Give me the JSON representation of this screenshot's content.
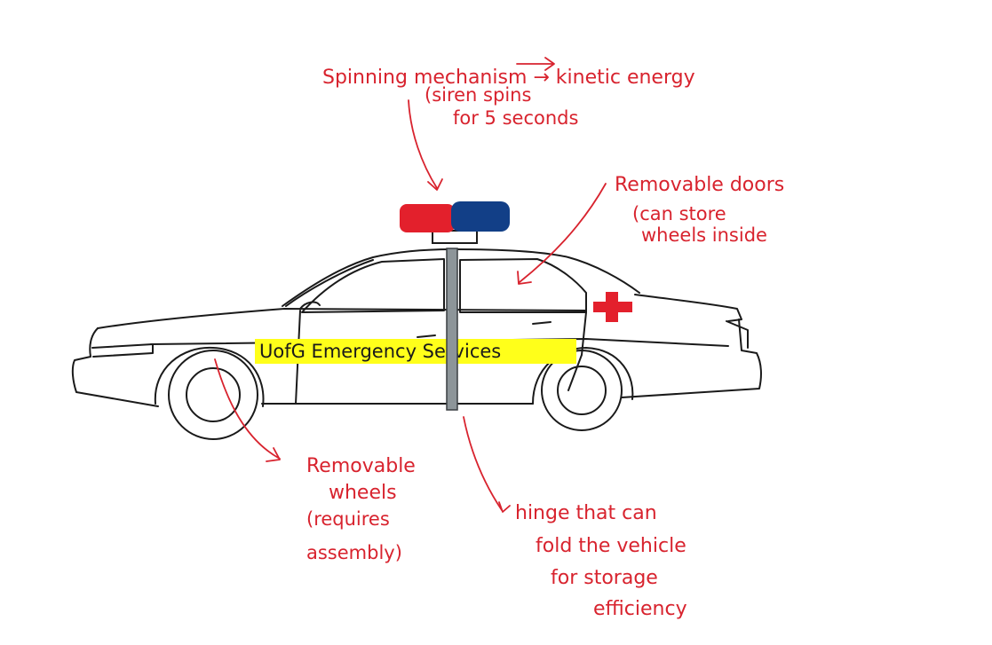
{
  "annotations": {
    "spinning": {
      "line1": "Spinning mechanism → kinetic energy",
      "line2": "(siren spins",
      "line3": "for 5 seconds"
    },
    "doors": {
      "line1": "Removable doors",
      "line2": "(can store",
      "line3": "wheels inside"
    },
    "wheels": {
      "line1": "Removable",
      "line2": "wheels",
      "line3": "(requires",
      "line4": "assembly)"
    },
    "hinge": {
      "line1": "hinge that can",
      "line2": "fold the vehicle",
      "line3": "for storage",
      "line4": "efficiency"
    }
  },
  "car": {
    "banner_text": "UofG Emergency Services"
  },
  "colors": {
    "annotation": "#d8232e",
    "siren_red": "#e3202c",
    "siren_blue": "#123f87",
    "banner_yellow": "#ffff1a",
    "hinge_gray": "#8d9599",
    "cross_red": "#e3202c"
  }
}
